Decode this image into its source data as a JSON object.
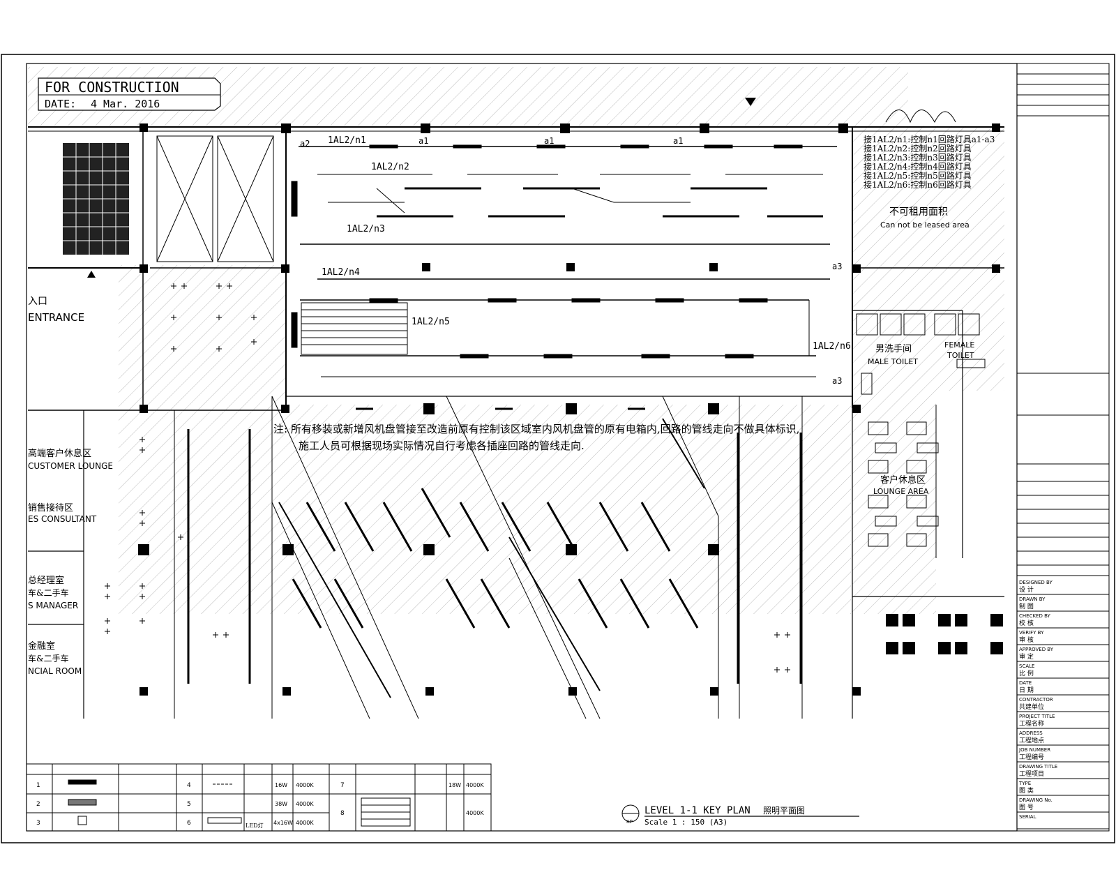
{
  "stamp": {
    "title": "FOR CONSTRUCTION",
    "date_label": "DATE:",
    "date_value": "4 Mar. 2016"
  },
  "circuits": {
    "n1": "1AL2/n1",
    "n2": "1AL2/n2",
    "n3": "1AL2/n3",
    "n4": "1AL2/n4",
    "n5": "1AL2/n5",
    "n6": "1AL2/n6"
  },
  "lamp_tags": {
    "a1": "a1",
    "a2": "a2",
    "a3": "a3"
  },
  "circuit_legend": [
    "接1AL2/n1:控制n1回路灯具a1-a3",
    "接1AL2/n2:控制n2回路灯具",
    "接1AL2/n3:控制n3回路灯具",
    "接1AL2/n4:控制n4回路灯具",
    "接1AL2/n5:控制n5回路灯具",
    "接1AL2/n6:控制n6回路灯具"
  ],
  "areas": {
    "not_leased_cn": "不可租用面积",
    "not_leased_en": "Can not be leased area",
    "entrance_cn": "入口",
    "entrance_en": "ENTRANCE",
    "vip_lounge_cn": "高端客户休息区",
    "vip_lounge_en": "CUSTOMER LOUNGE",
    "sales_cn": "销售接待区",
    "sales_en": "ES CONSULTANT",
    "manager_cn": "总经理室",
    "manager_sub": "车&二手车",
    "manager_en": "S MANAGER",
    "finance_cn": "金融室",
    "finance_sub": "车&二手车",
    "finance_en": "NCIAL ROOM",
    "male_cn": "男洗手间",
    "male_en": "MALE TOILET",
    "female_en1": "FEMALE",
    "female_en2": "TOILET",
    "lounge_cn": "客户休息区",
    "lounge_en": "LOUNGE AREA"
  },
  "note": {
    "line1": "注: 所有移装或新增风机盘管接至改造前原有控制该区域室内风机盘管的原有电箱内,回路的管线走向不做具体标识,",
    "line2": "施工人员可根据现场实际情况自行考虑各插座回路的管线走向."
  },
  "plan_title": {
    "title": "LEVEL 1-1 KEY PLAN",
    "title_cn": "照明平面图",
    "scale": "Scale  1 : 150 (A3)",
    "badge": "KP"
  },
  "title_block": {
    "fields": [
      {
        "en": "DESIGNED BY",
        "cn": "设 计"
      },
      {
        "en": "DRAWN BY",
        "cn": "制 图"
      },
      {
        "en": "CHECKED BY",
        "cn": "校 核"
      },
      {
        "en": "VERIFY BY",
        "cn": "审 核"
      },
      {
        "en": "APPROVED BY",
        "cn": "审 定"
      },
      {
        "en": "SCALE",
        "cn": "比 例"
      },
      {
        "en": "DATE",
        "cn": "日 期"
      },
      {
        "en": "CONTRACTOR",
        "cn": "共建单位"
      },
      {
        "en": "PROJECT TITLE",
        "cn": "工程名称"
      },
      {
        "en": "ADDRESS",
        "cn": "工程地点"
      },
      {
        "en": "JOB NUMBER",
        "cn": "工程编号"
      },
      {
        "en": "DRAWING TITLE",
        "cn": "工程项目"
      },
      {
        "en": "TYPE",
        "cn": "图 类"
      },
      {
        "en": "DRAWING No.",
        "cn": "图 号"
      },
      {
        "en": "SERIAL",
        "cn": ""
      }
    ]
  },
  "legend_table": {
    "rows": [
      {
        "no": "1",
        "w": "",
        "k": ""
      },
      {
        "no": "2",
        "w": "",
        "k": ""
      },
      {
        "no": "3",
        "w": "",
        "k": ""
      }
    ],
    "rows_b": [
      {
        "no": "4",
        "w": "16W",
        "k": "4000K"
      },
      {
        "no": "5",
        "w": "38W",
        "k": "4000K"
      },
      {
        "no": "6",
        "w": "4x16W",
        "k": "4000K"
      }
    ],
    "rows_c": [
      {
        "no": "7",
        "w": "18W",
        "k": "4000K"
      },
      {
        "no": "8",
        "w": "",
        "k": "4000K"
      }
    ],
    "led_label": "LED灯"
  },
  "colors": {
    "line": "#000000",
    "hatch": "#b8b8b8",
    "paper": "#ffffff"
  }
}
